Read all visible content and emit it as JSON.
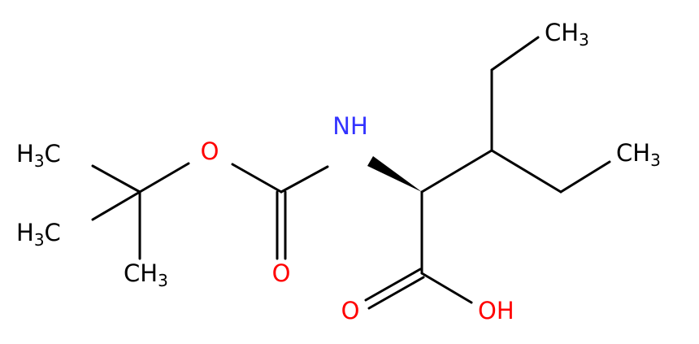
{
  "colors": {
    "bond": "#000000",
    "carbon_label": "#000000",
    "nitrogen": "#3333ff",
    "oxygen": "#ff0000"
  },
  "labels": {
    "ch3_top_right": {
      "main": "CH",
      "sub": "3"
    },
    "ch3_mid_right": {
      "main": "CH",
      "sub": "3"
    },
    "h3c_upper_left": {
      "h": "H",
      "sub": "3",
      "c": "C"
    },
    "h3c_lower_left": {
      "h": "H",
      "sub": "3",
      "c": "C"
    },
    "ch3_bottom": {
      "main": "CH",
      "sub": "3"
    },
    "nh": "NH",
    "o_ester": "O",
    "o_carbonyl": "O",
    "o_acid": "O",
    "oh": "OH"
  }
}
